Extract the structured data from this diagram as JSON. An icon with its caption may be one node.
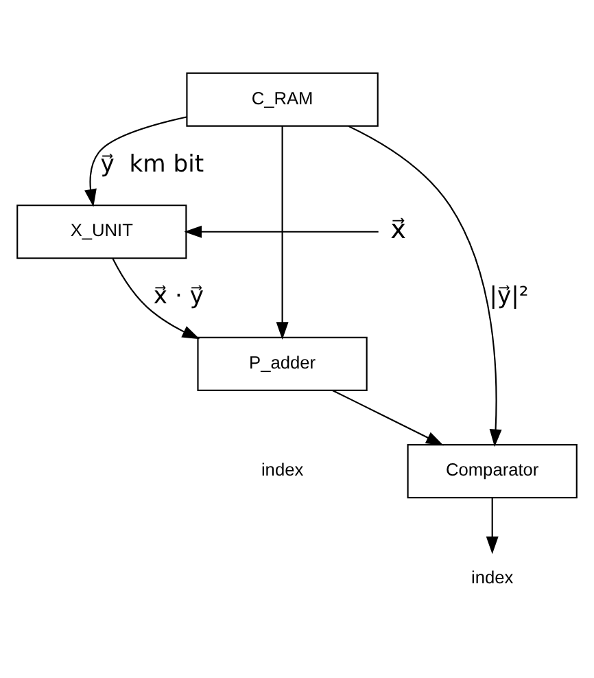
{
  "diagram": {
    "nodes": [
      {
        "text": [
          "C_RAM"
        ]
      },
      {
        "text": [
          "X_UNIT"
        ]
      },
      {
        "text": [
          "P_adder"
        ]
      },
      {
        "text": [
          "Comparator"
        ]
      },
      {
        "text": [
          "x⃗"
        ]
      },
      {
        "text": [
          "index"
        ]
      }
    ],
    "edges": [
      {
        "from": 0,
        "to": 1,
        "arrow": "to",
        "label": "y⃗  km bit"
      },
      {
        "from": 4,
        "to": 1,
        "arrow": "to"
      },
      {
        "from": 1,
        "to": 2,
        "arrow": "to",
        "label": "x⃗ · y⃗"
      },
      {
        "from": 0,
        "to": 2,
        "arrow": "to"
      },
      {
        "from": 0,
        "to": 3,
        "arrow": "to",
        "label": "|y⃗|²"
      },
      {
        "from": 2,
        "to": 3,
        "arrow": "to"
      },
      {
        "from": 3,
        "to": 5,
        "arrow": "to"
      }
    ],
    "labels": [
      "index"
    ]
  }
}
